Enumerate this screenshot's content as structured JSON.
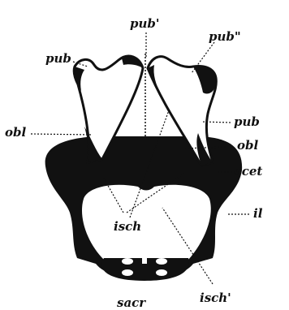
{
  "labels": {
    "pub_prime": "pub'",
    "pub_double_prime": "pub\"",
    "pub_left": "pub",
    "pub_right": "pub",
    "obl_left": "obl",
    "obl_right": "obl",
    "acet": "acet",
    "il": "il",
    "isch": "isch",
    "sacr": "sacr",
    "isch_prime": "isch'"
  },
  "colors": {
    "ink": "#111111",
    "paper": "#ffffff"
  }
}
